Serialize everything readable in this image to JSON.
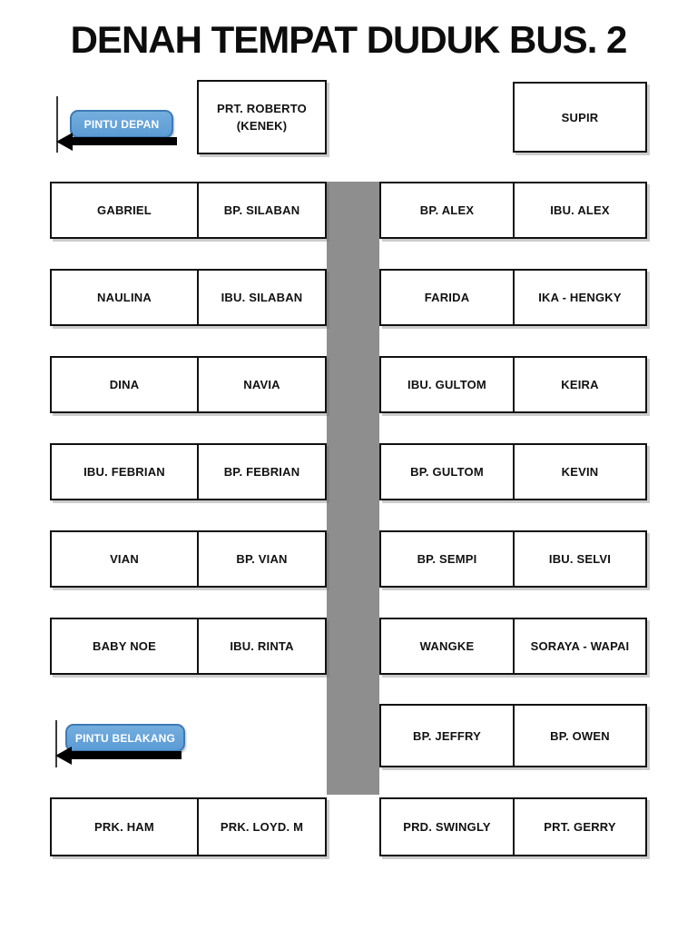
{
  "title": "DENAH TEMPAT DUDUK BUS. 2",
  "doors": {
    "front": "PINTU DEPAN",
    "rear": "PINTU BELAKANG"
  },
  "crew": {
    "kenek_line1": "PRT. ROBERTO",
    "kenek_line2": "(KENEK)",
    "driver": "SUPIR"
  },
  "seats": {
    "left": [
      [
        "GABRIEL",
        "BP. SILABAN"
      ],
      [
        "NAULINA",
        "IBU. SILABAN"
      ],
      [
        "DINA",
        "NAVIA"
      ],
      [
        "IBU. FEBRIAN",
        "BP. FEBRIAN"
      ],
      [
        "VIAN",
        "BP. VIAN"
      ],
      [
        "BABY NOE",
        "IBU. RINTA"
      ]
    ],
    "right": [
      [
        "BP. ALEX",
        "IBU. ALEX"
      ],
      [
        "FARIDA",
        "IKA - HENGKY"
      ],
      [
        "IBU. GULTOM",
        "KEIRA"
      ],
      [
        "BP. GULTOM",
        "KEVIN"
      ],
      [
        "BP. SEMPI",
        "IBU. SELVI"
      ],
      [
        "WANGKE",
        "SORAYA - WAPAI"
      ],
      [
        "BP. JEFFRY",
        "BP. OWEN"
      ]
    ],
    "back_left": [
      "PRK. HAM",
      "PRK. LOYD. M"
    ],
    "back_right": [
      "PRD. SWINGLY",
      "PRT. GERRY"
    ]
  },
  "colors": {
    "door_button_fill": "#5B9BD5",
    "door_button_border": "#3D7AB5",
    "aisle_gray": "#8E8E8E",
    "box_border": "#111111"
  }
}
